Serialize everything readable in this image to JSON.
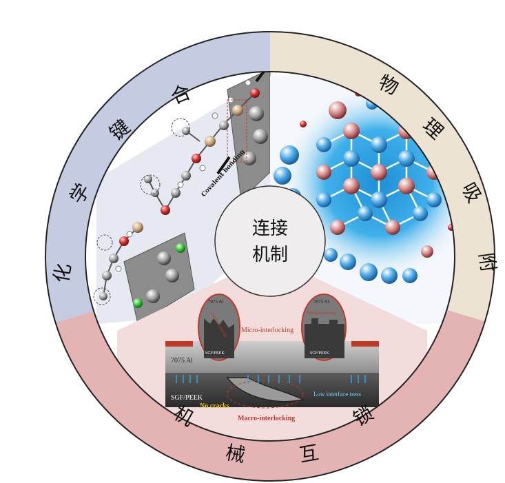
{
  "diagram": {
    "center": {
      "line1": "连接",
      "line2": "机制"
    },
    "sectors": {
      "chemical": {
        "chars": [
          "化",
          "学",
          "键",
          "合"
        ],
        "annotations": {
          "covalent": "Covalent bonding"
        }
      },
      "physical": {
        "chars": [
          "物",
          "理",
          "吸",
          "附"
        ]
      },
      "mechanical": {
        "chars": [
          "机",
          "械",
          "互",
          "锁"
        ],
        "annotations": {
          "micro": "Micro-interlocking",
          "macro": "Macro-interlocking",
          "al_small_left": "7075 Al",
          "al_small_right": "7075 Al",
          "pinning_left": "Interface pinning",
          "pinning_right": "Interface pinning",
          "sgf_left": "SGF/PEEK",
          "sgf_right": "SGF/PEEK",
          "al_main": "7075 Al",
          "sgf_main": "SGF/PEEK",
          "no_cracks": "No cracks",
          "low_stress": "Low interface tress"
        }
      }
    },
    "colors": {
      "chemical_bg": "#c5cce2",
      "physical_bg": "#ece3d3",
      "mechanical_bg": "#e4b4b5",
      "ring_stroke": "#222222",
      "water_blue": "#2fa4e0",
      "accent_red": "#c0392b"
    }
  }
}
